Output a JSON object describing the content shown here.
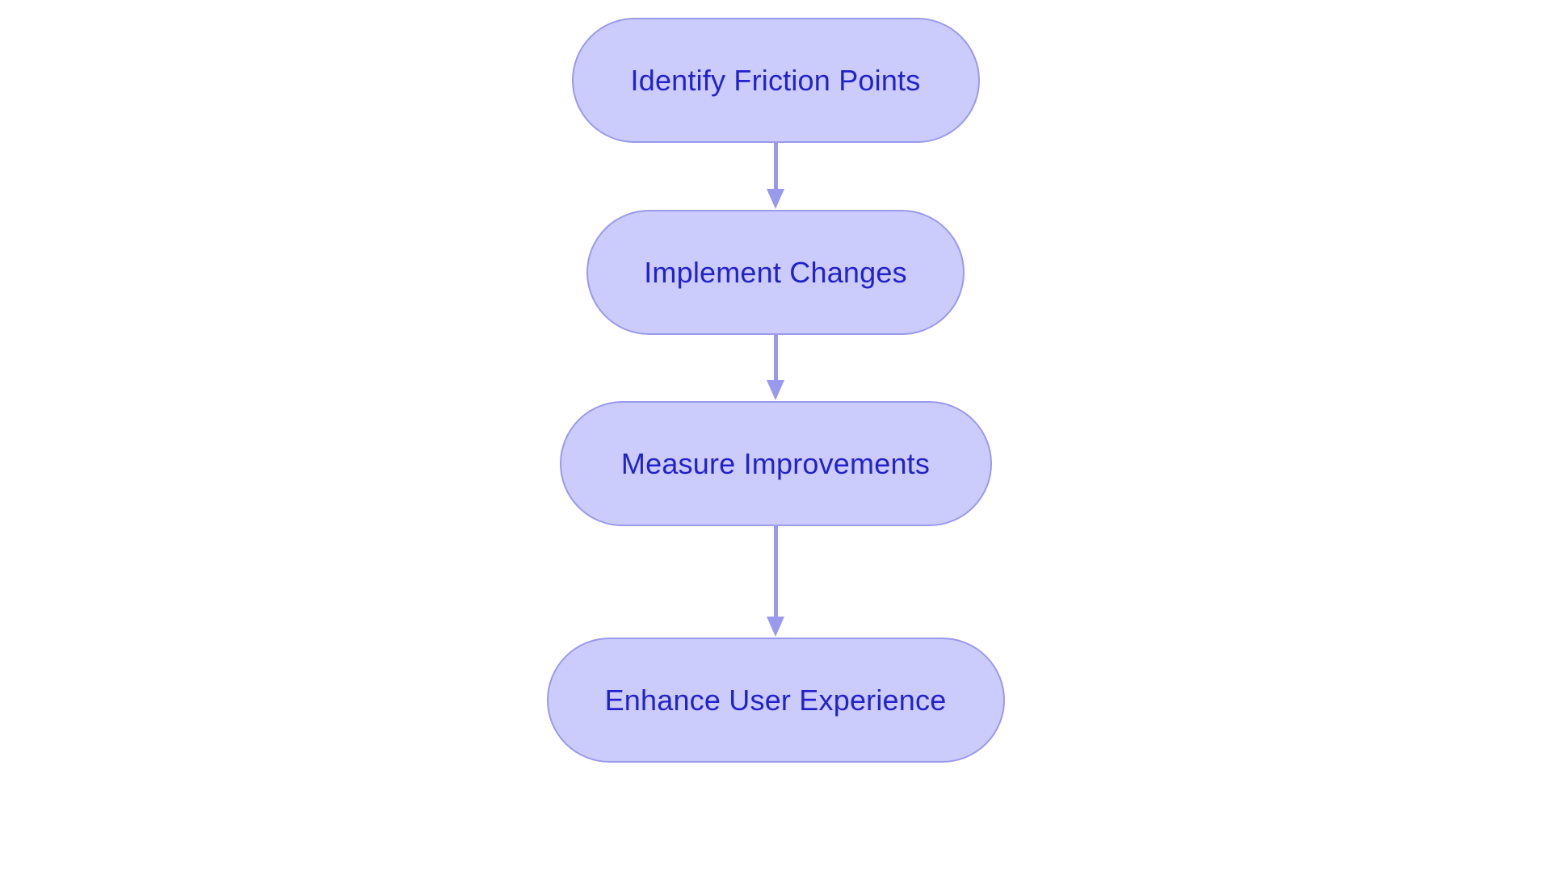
{
  "diagram": {
    "type": "flowchart",
    "orientation": "top-to-bottom",
    "background_color": "#ffffff",
    "node_fill_color": "#ccccfc",
    "node_border_color": "#9999ee",
    "node_text_color": "#2222cc",
    "connector_color": "#9999ee",
    "nodes": [
      {
        "id": "identify-friction-points",
        "label": "Identify Friction Points"
      },
      {
        "id": "implement-changes",
        "label": "Implement Changes"
      },
      {
        "id": "measure-improvements",
        "label": "Measure Improvements"
      },
      {
        "id": "enhance-user-experience",
        "label": "Enhance User Experience"
      }
    ],
    "edges": [
      {
        "from": "identify-friction-points",
        "to": "implement-changes",
        "label": ""
      },
      {
        "from": "implement-changes",
        "to": "measure-improvements",
        "label": ""
      },
      {
        "from": "measure-improvements",
        "to": "enhance-user-experience",
        "label": ""
      }
    ]
  }
}
